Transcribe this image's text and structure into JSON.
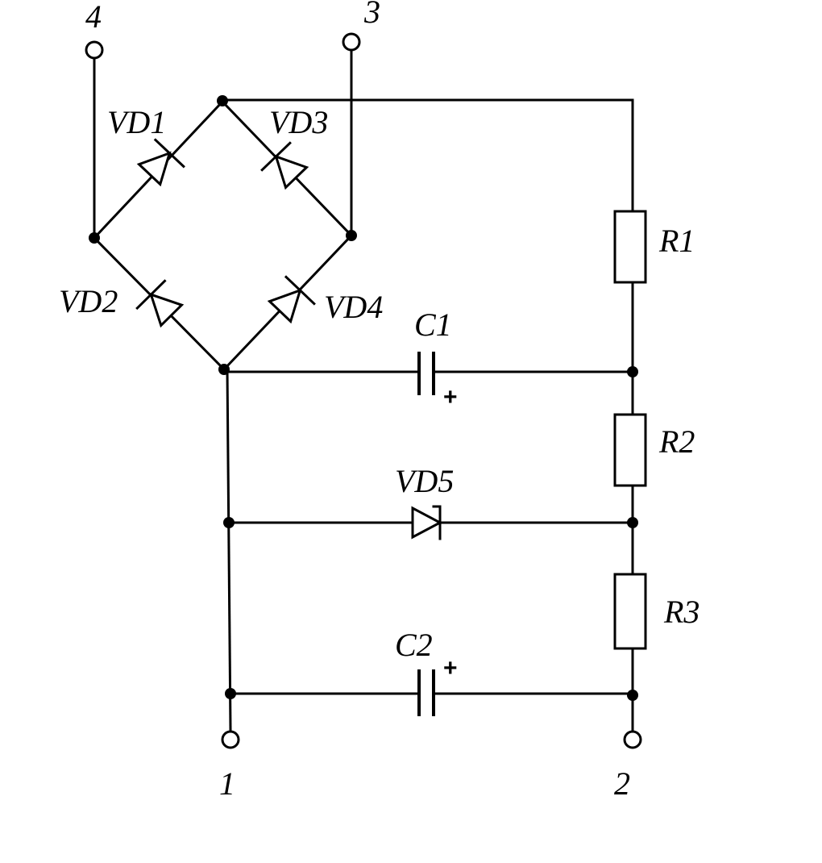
{
  "terminals": {
    "t1": "1",
    "t2": "2",
    "t3": "3",
    "t4": "4"
  },
  "diodes": {
    "vd1": "VD1",
    "vd2": "VD2",
    "vd3": "VD3",
    "vd4": "VD4",
    "vd5": "VD5"
  },
  "resistors": {
    "r1": "R1",
    "r2": "R2",
    "r3": "R3"
  },
  "capacitors": {
    "c1": "C1",
    "c2": "C2"
  },
  "polarity": {
    "c1_plus": "+",
    "c2_plus": "+"
  }
}
